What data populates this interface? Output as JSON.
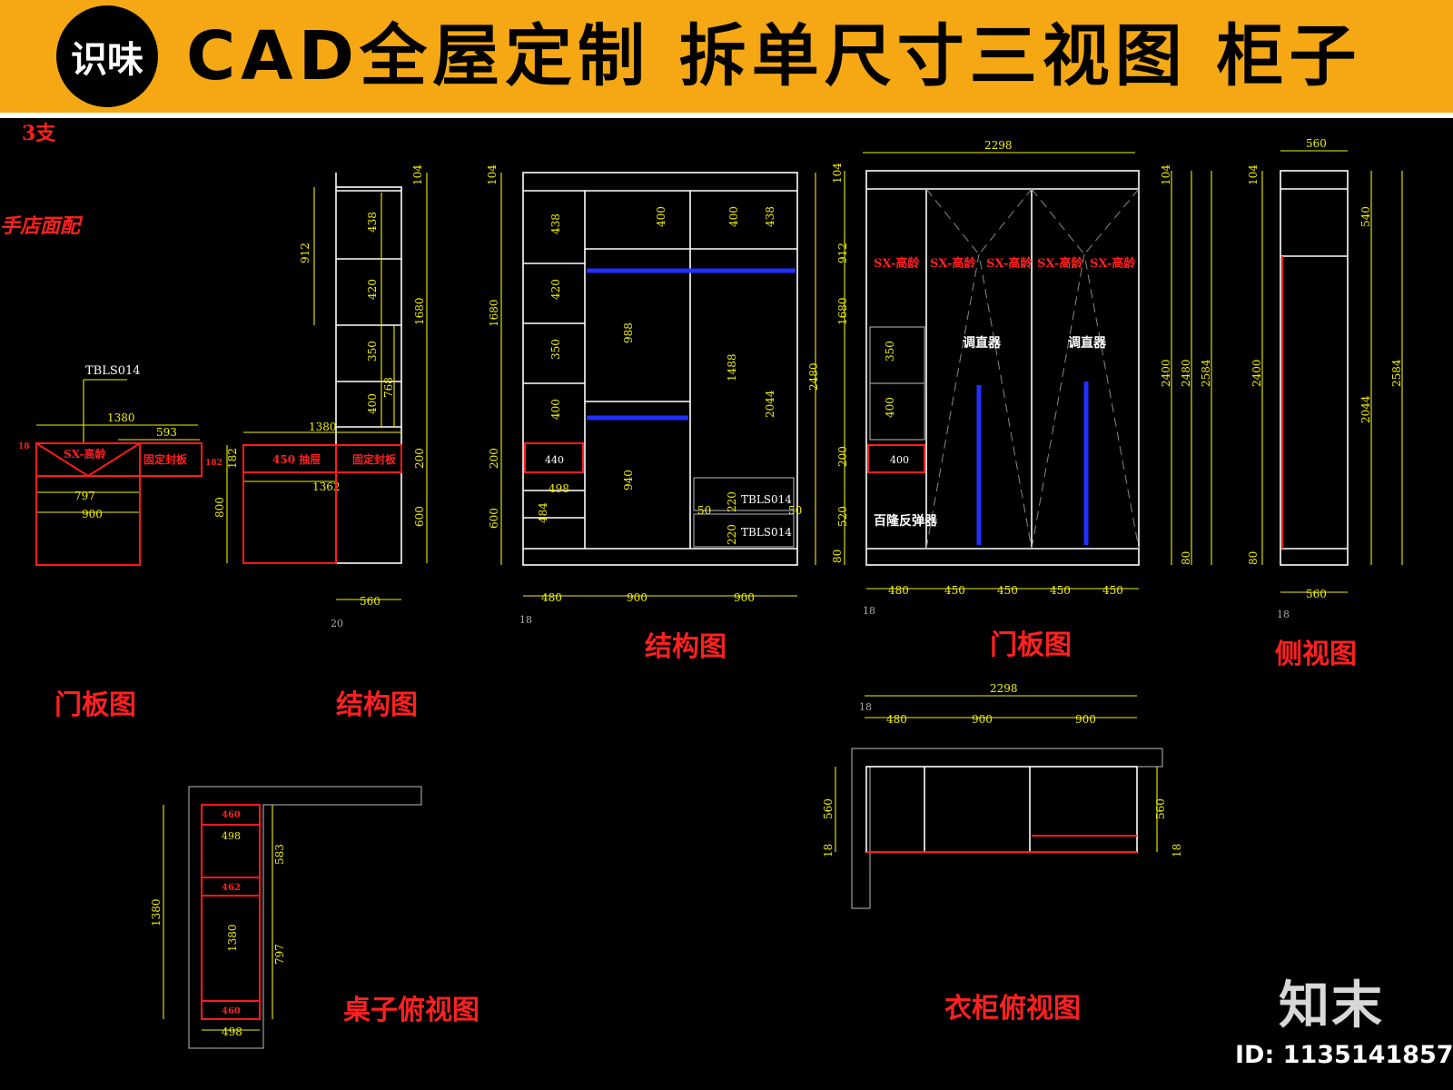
{
  "banner": {
    "logo_text": "识味",
    "title": "CAD全屋定制 拆单尺寸三视图 柜子"
  },
  "colors": {
    "banner_bg": "#f5a814",
    "background": "#000000",
    "outline_white": "#ffffff",
    "outline_red": "#ff1a1a",
    "dimension_yellow": "#f0f000",
    "rail_blue": "#2030ff"
  },
  "labels": {
    "qty": "3支",
    "shop_note": "手店面配",
    "tag_tbls": "TBLS014",
    "sx": "SX-高龄",
    "fixed_panel": "固定封板",
    "drawer_note": "450 抽屉",
    "damper": "调直器",
    "rebounder": "百隆反弹器"
  },
  "captions": {
    "door_left": "门板图",
    "structure_left": "结构图",
    "structure_main": "结构图",
    "door_main": "门板图",
    "side": "侧视图",
    "desk_top": "桌子俯视图",
    "wardrobe_top": "衣柜俯视图"
  },
  "dims": {
    "d1380": "1380",
    "d593": "593",
    "d900": "900",
    "d797": "797",
    "d18": "18",
    "d182": "182",
    "d1362": "1362",
    "d104": "104",
    "d912": "912",
    "d438": "438",
    "d420": "420",
    "d350": "350",
    "d400": "400",
    "d768": "768",
    "d200": "200",
    "d600": "600",
    "d800": "800",
    "d560": "560",
    "d20": "20",
    "d1680": "1680",
    "d480": "480",
    "d988": "988",
    "d1488": "1488",
    "d2044": "2044",
    "d2480": "2480",
    "d440": "440",
    "d498": "498",
    "d484": "484",
    "d940": "940",
    "d220": "220",
    "d50": "50",
    "d2298": "2298",
    "d520": "520",
    "d80": "80",
    "d450": "450",
    "d2400": "2400",
    "d2584": "2584",
    "d540": "540",
    "d460": "460",
    "d462": "462",
    "d583": "583"
  },
  "watermark": {
    "brand": "知末",
    "image_id": "ID: 1135141857"
  }
}
